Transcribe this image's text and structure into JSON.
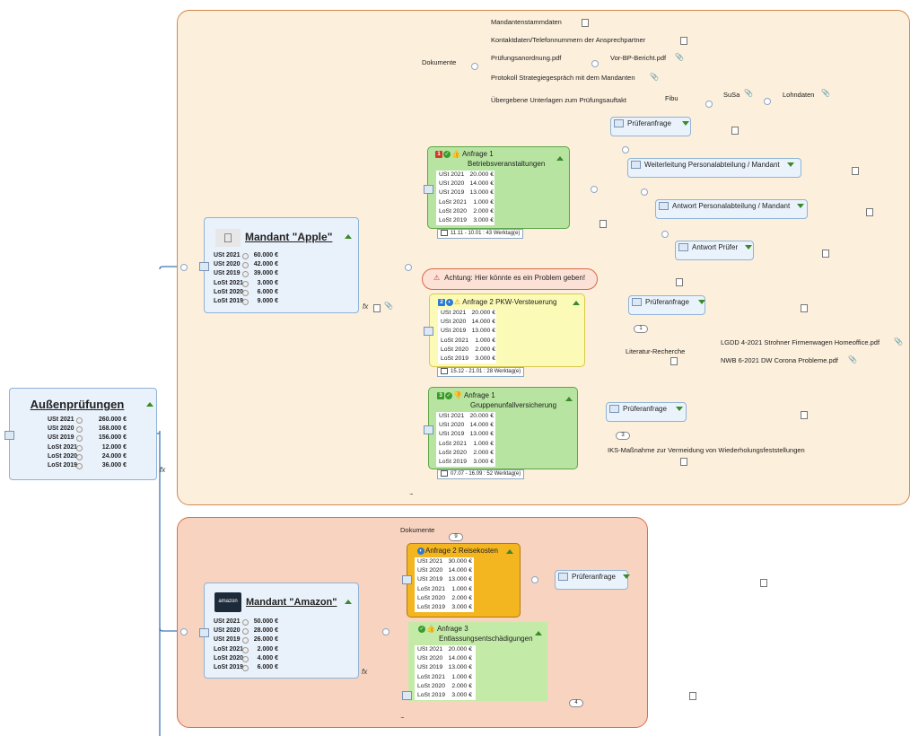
{
  "root": {
    "title": "Außenprüfungen",
    "rows": [
      {
        "k": "USt 2021",
        "v": "260.000 €"
      },
      {
        "k": "USt 2020",
        "v": "168.000 €"
      },
      {
        "k": "USt 2019",
        "v": "156.000 €"
      },
      {
        "k": "LoSt 2021",
        "v": "12.000 €"
      },
      {
        "k": "LoSt 2020",
        "v": "24.000 €"
      },
      {
        "k": "LoSt 2019",
        "v": "36.000 €"
      }
    ],
    "fx": "fx"
  },
  "apple": {
    "title": "Mandant \"Apple\"",
    "rows": [
      {
        "k": "USt 2021",
        "v": "60.000 €"
      },
      {
        "k": "USt 2020",
        "v": "42.000 €"
      },
      {
        "k": "USt 2019",
        "v": "39.000 €"
      },
      {
        "k": "LoSt 2021",
        "v": "3.000 €"
      },
      {
        "k": "LoSt 2020",
        "v": "6.000 €"
      },
      {
        "k": "LoSt 2019",
        "v": "9.000 €"
      }
    ],
    "fx": "fx",
    "documents_label": "Dokumente",
    "documents": [
      "Mandantenstammdaten",
      "Kontaktdaten/Telefonnummern der Ansprechpartner",
      "Prüfungsanordnung.pdf",
      "Vor-BP-Bericht.pdf",
      "Protokoll Strategiegespräch mit dem Mandanten",
      "Übergebene Unterlagen zum Prüfungsauftakt",
      "Fibu",
      "SuSa",
      "Lohndaten"
    ],
    "warning": "Achtung: Hier könnte es ein Problem geben!",
    "ellipsis": "...",
    "requests": [
      {
        "badge": "1",
        "badge_color": "#d23a2a",
        "title_line1": "Anfrage 1",
        "title_line2": "Betriebsveranstaltungen",
        "rows": [
          {
            "k": "USt 2021",
            "v": "20.000 €"
          },
          {
            "k": "USt 2020",
            "v": "14.000 €"
          },
          {
            "k": "USt 2019",
            "v": "13.000 €"
          },
          {
            "k": "LoSt 2021",
            "v": "1.000 €"
          },
          {
            "k": "LoSt 2020",
            "v": "2.000 €"
          },
          {
            "k": "LoSt 2019",
            "v": "3.000 €"
          }
        ],
        "dates": "11.11 - 10.01 : 43 Werktag(e)",
        "children": [
          "Prüferanfrage",
          "Weiterleitung Personalabteilung / Mandant",
          "Antwort Personalabteilung / Mandant",
          "Antwort Prüfer"
        ]
      },
      {
        "badge": "2",
        "badge_color": "#2a7ad2",
        "title_line1": "Anfrage 2 PKW-Versteuerung",
        "rows": [
          {
            "k": "USt 2021",
            "v": "20.000 €"
          },
          {
            "k": "USt 2020",
            "v": "14.000 €"
          },
          {
            "k": "USt 2019",
            "v": "13.000 €"
          },
          {
            "k": "LoSt 2021",
            "v": "1.000 €"
          },
          {
            "k": "LoSt 2020",
            "v": "2.000 €"
          },
          {
            "k": "LoSt 2019",
            "v": "3.000 €"
          }
        ],
        "dates": "15.12 - 21.01 : 28 Werktag(e)",
        "children": [
          "Prüferanfrage",
          "Literatur-Recherche",
          "LGDD 4-2021 Strohner Firmenwagen Homeoffice.pdf",
          "NWB 6-2021 DW Corona Probleme.pdf"
        ],
        "counter": "1"
      },
      {
        "badge": "3",
        "badge_color": "#3a9a2a",
        "title_line1": "Anfrage 1",
        "title_line2": "Gruppenunfallversicherung",
        "rows": [
          {
            "k": "USt 2021",
            "v": "20.000 €"
          },
          {
            "k": "USt 2020",
            "v": "14.000 €"
          },
          {
            "k": "USt 2019",
            "v": "13.000 €"
          },
          {
            "k": "LoSt 2021",
            "v": "1.000 €"
          },
          {
            "k": "LoSt 2020",
            "v": "2.000 €"
          },
          {
            "k": "LoSt 2019",
            "v": "3.000 €"
          }
        ],
        "dates": "07.07 - 16.09 : 52 Werktag(e)",
        "children": [
          "Prüferanfrage",
          "IKS-Maßnahme zur Vermeidung von Wiederholungsfeststellungen"
        ],
        "counter": "3"
      }
    ]
  },
  "amazon": {
    "title": "Mandant \"Amazon\"",
    "logo_text": "amazon",
    "rows": [
      {
        "k": "USt 2021",
        "v": "50.000 €"
      },
      {
        "k": "USt 2020",
        "v": "28.000 €"
      },
      {
        "k": "USt 2019",
        "v": "26.000 €"
      },
      {
        "k": "LoSt 2021",
        "v": "2.000 €"
      },
      {
        "k": "LoSt 2020",
        "v": "4.000 €"
      },
      {
        "k": "LoSt 2019",
        "v": "6.000 €"
      }
    ],
    "fx": "fx",
    "documents_label": "Dokumente",
    "documents_count": "9",
    "ellipsis": "...",
    "requests": [
      {
        "title_line1": "Anfrage 2 Reisekosten",
        "rows": [
          {
            "k": "USt 2021",
            "v": "30.000 €"
          },
          {
            "k": "USt 2020",
            "v": "14.000 €"
          },
          {
            "k": "USt 2019",
            "v": "13.000 €"
          },
          {
            "k": "LoSt 2021",
            "v": "1.000 €"
          },
          {
            "k": "LoSt 2020",
            "v": "2.000 €"
          },
          {
            "k": "LoSt 2019",
            "v": "3.000 €"
          }
        ],
        "child": "Prüferanfrage"
      },
      {
        "title_line1": "Anfrage 3",
        "title_line2": "Entlassungsentschädigungen",
        "rows": [
          {
            "k": "USt 2021",
            "v": "20.000 €"
          },
          {
            "k": "USt 2020",
            "v": "14.000 €"
          },
          {
            "k": "USt 2019",
            "v": "13.000 €"
          },
          {
            "k": "LoSt 2021",
            "v": "1.000 €"
          },
          {
            "k": "LoSt 2020",
            "v": "2.000 €"
          },
          {
            "k": "LoSt 2019",
            "v": "3.000 €"
          }
        ],
        "counter": "4"
      }
    ]
  }
}
